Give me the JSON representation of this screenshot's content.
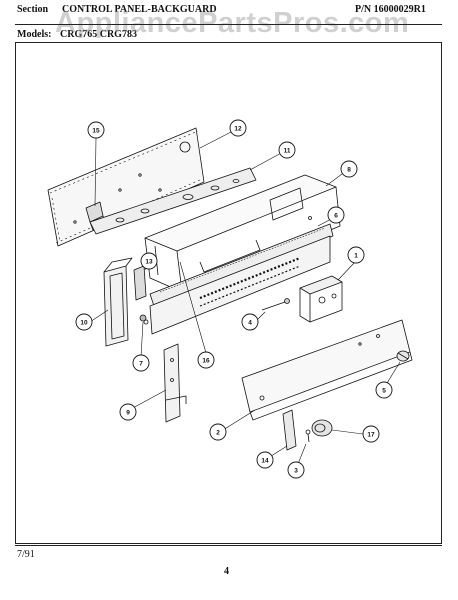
{
  "header": {
    "section_label": "Section",
    "section_title": "CONTROL PANEL-BACKGUARD",
    "models_label": "Models:",
    "models_value": "CRG765 CRG783",
    "part_number": "P/N 16000029R1"
  },
  "watermark": "AppliancePartsPros.com",
  "footer": {
    "date": "7/91",
    "page_number": "4"
  },
  "callouts": [
    "1",
    "2",
    "3",
    "4",
    "5",
    "6",
    "7",
    "8",
    "9",
    "10",
    "11",
    "12",
    "13",
    "14",
    "15",
    "16",
    "17"
  ],
  "colors": {
    "ink": "#111111",
    "watermark": "#969696"
  }
}
